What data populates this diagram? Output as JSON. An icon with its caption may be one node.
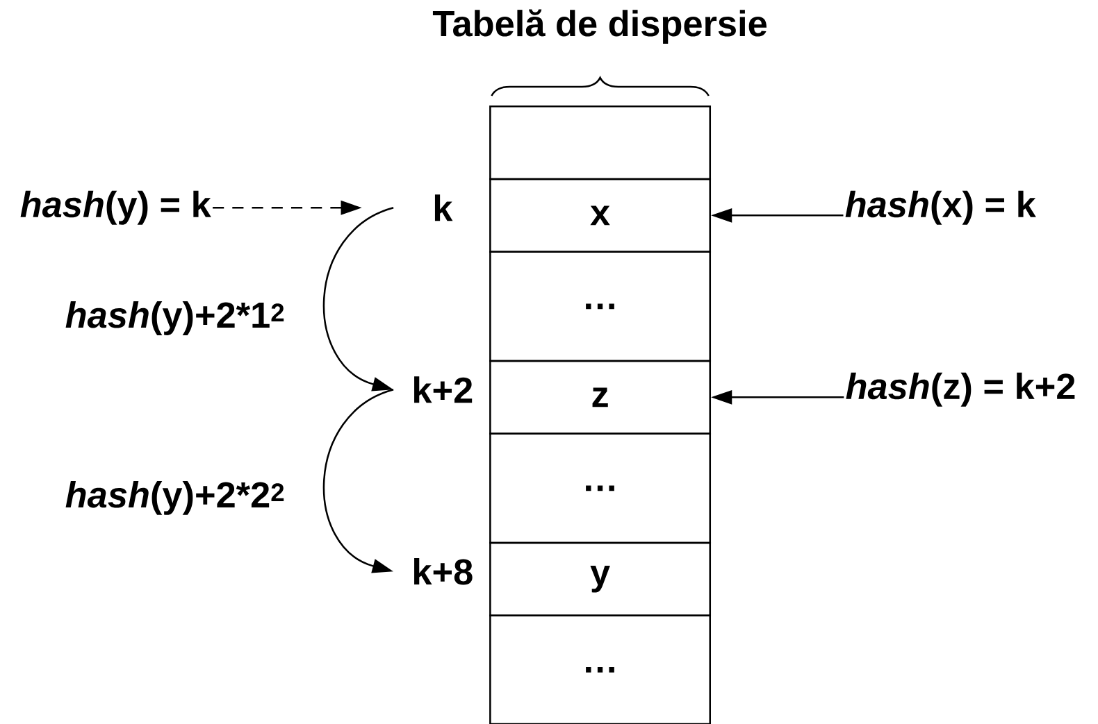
{
  "diagram": {
    "title": "Tabelă de dispersie",
    "nodes": [
      {
        "text": [],
        "shape": "box"
      },
      {
        "text": [
          "x"
        ]
      },
      {
        "text": [
          "…"
        ]
      },
      {
        "text": [
          "z"
        ]
      },
      {
        "text": [
          "…"
        ]
      },
      {
        "text": [
          "y"
        ]
      },
      {
        "text": [
          "…"
        ]
      },
      {
        "text": [
          "k"
        ]
      },
      {
        "text": [
          "k+2"
        ]
      },
      {
        "text": [
          "k+8"
        ]
      },
      {
        "text": [
          "*hash*(y) = k"
        ]
      },
      {
        "text": [
          "*hash*(x) = k"
        ]
      },
      {
        "text": [
          "*hash*(z) = k+2"
        ]
      }
    ],
    "edges": [
      {
        "from": 10,
        "to": 7,
        "arrow": "to",
        "style": "dashed"
      },
      {
        "from": 11,
        "to": 1,
        "arrow": "to"
      },
      {
        "from": 12,
        "to": 3,
        "arrow": "to"
      },
      {
        "from": 7,
        "to": 8,
        "arrow": "to",
        "label": "*hash*(y)+2*1$^{2}$"
      },
      {
        "from": 8,
        "to": 9,
        "arrow": "to",
        "label": "*hash*(y)+2*2$^{2}$"
      }
    ]
  }
}
